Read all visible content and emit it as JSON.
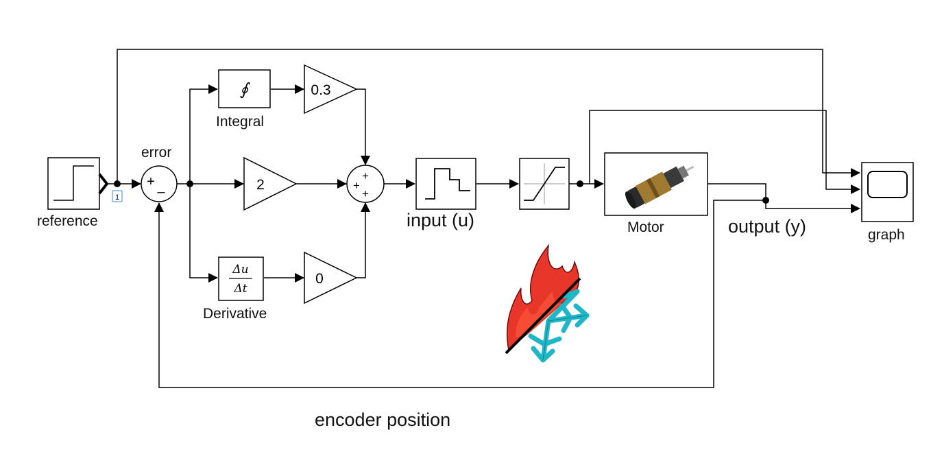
{
  "diagram": {
    "blocks": {
      "reference": "reference",
      "error": "error",
      "integral": "Integral",
      "derivative": "Derivative",
      "motor": "Motor",
      "graph": "graph"
    },
    "gains": {
      "integral_gain": "0.3",
      "proportional_gain": "2",
      "derivative_gain": "0"
    },
    "signals": {
      "input": "input (u)",
      "output": "output (y)",
      "feedback": "encoder position"
    },
    "port_badge": "1",
    "sum_signs": {
      "error_plus": "+",
      "error_minus": "–",
      "sum_plus": "+"
    },
    "symbols": {
      "integral": "∮",
      "derivative_num": "Δu",
      "derivative_den": "Δt"
    },
    "colors": {
      "line": "#111111",
      "fire": "#e8362b",
      "snow": "#1fb6c8",
      "motor_body": "#a07a30",
      "badge": "#3a8ad0"
    },
    "icons": {
      "freeze": "fire-snowflake-icon",
      "motor": "motor-icon",
      "scope": "scope-icon"
    }
  }
}
